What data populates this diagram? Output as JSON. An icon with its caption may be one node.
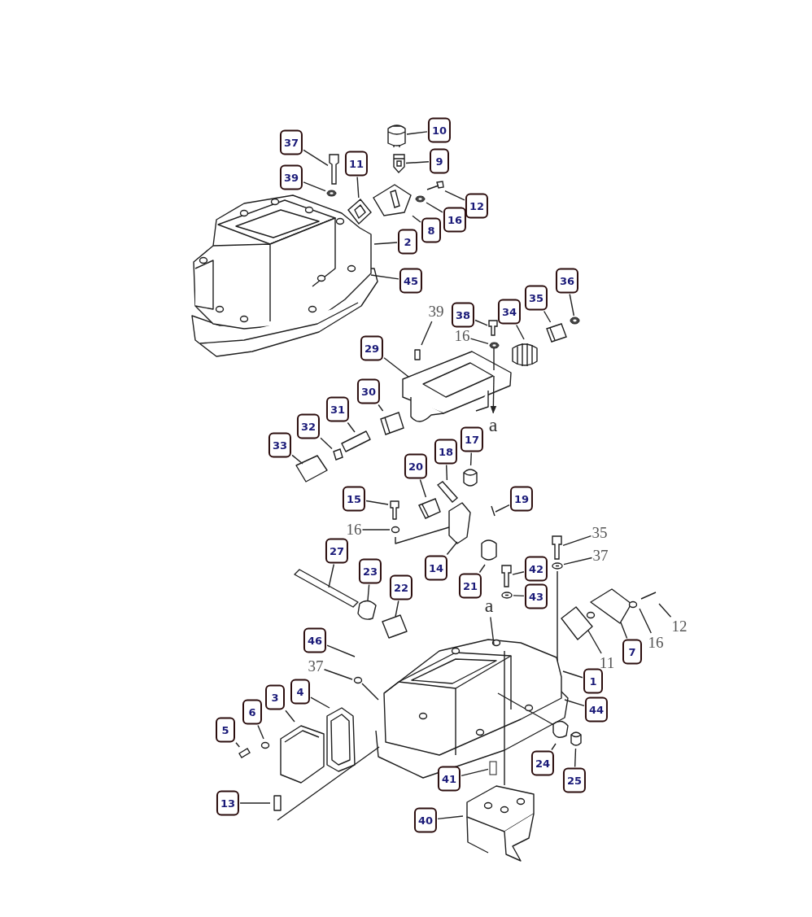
{
  "diagram": {
    "nodes": [
      {
        "text": [
          "10"
        ]
      },
      {
        "text": [
          "37"
        ]
      },
      {
        "text": [
          "9"
        ]
      },
      {
        "text": [
          "11"
        ]
      },
      {
        "text": [
          "39"
        ]
      },
      {
        "text": [
          "12"
        ]
      },
      {
        "text": [
          "16"
        ]
      },
      {
        "text": [
          "8"
        ]
      },
      {
        "text": [
          "2"
        ]
      },
      {
        "text": [
          "45"
        ]
      },
      {
        "text": [
          "36"
        ]
      },
      {
        "text": [
          "35"
        ]
      },
      {
        "text": [
          "39"
        ]
      },
      {
        "text": [
          "38"
        ]
      },
      {
        "text": [
          "34"
        ]
      },
      {
        "text": [
          "16"
        ]
      },
      {
        "text": [
          "29"
        ]
      },
      {
        "text": [
          "30"
        ]
      },
      {
        "text": [
          "a"
        ]
      },
      {
        "text": [
          "31"
        ]
      },
      {
        "text": [
          "32"
        ]
      },
      {
        "text": [
          "17"
        ]
      },
      {
        "text": [
          "33"
        ]
      },
      {
        "text": [
          "18"
        ]
      },
      {
        "text": [
          "20"
        ]
      },
      {
        "text": [
          "15"
        ]
      },
      {
        "text": [
          "19"
        ]
      },
      {
        "text": [
          "16"
        ]
      },
      {
        "text": [
          "35"
        ]
      },
      {
        "text": [
          "27"
        ]
      },
      {
        "text": [
          "37"
        ]
      },
      {
        "text": [
          "14"
        ]
      },
      {
        "text": [
          "42"
        ]
      },
      {
        "text": [
          "23"
        ]
      },
      {
        "text": [
          "21"
        ]
      },
      {
        "text": [
          "22"
        ]
      },
      {
        "text": [
          "43"
        ]
      },
      {
        "text": [
          "a"
        ]
      },
      {
        "text": [
          "12"
        ]
      },
      {
        "text": [
          "46"
        ]
      },
      {
        "text": [
          "16"
        ]
      },
      {
        "text": [
          "7"
        ]
      },
      {
        "text": [
          "11"
        ]
      },
      {
        "text": [
          "37"
        ]
      },
      {
        "text": [
          "1"
        ]
      },
      {
        "text": [
          "4"
        ]
      },
      {
        "text": [
          "3"
        ]
      },
      {
        "text": [
          "44"
        ]
      },
      {
        "text": [
          "6"
        ]
      },
      {
        "text": [
          "5"
        ]
      },
      {
        "text": [
          "24"
        ]
      },
      {
        "text": [
          "41"
        ]
      },
      {
        "text": [
          "25"
        ]
      },
      {
        "text": [
          "13"
        ]
      },
      {
        "text": [
          "40"
        ]
      },
      {
        "text": [],
        "shape": "picture"
      },
      {
        "text": [],
        "shape": "picture"
      },
      {
        "text": [],
        "shape": "picture"
      },
      {
        "text": [],
        "shape": "picture"
      },
      {
        "text": [],
        "shape": "picture"
      },
      {
        "text": [],
        "shape": "picture"
      },
      {
        "text": [],
        "shape": "picture"
      },
      {
        "text": [],
        "shape": "picture"
      },
      {
        "text": [],
        "shape": "picture"
      },
      {
        "text": [],
        "shape": "picture"
      },
      {
        "text": [],
        "shape": "picture"
      },
      {
        "text": [],
        "shape": "picture"
      },
      {
        "text": [],
        "shape": "picture"
      },
      {
        "text": [],
        "shape": "box"
      },
      {
        "text": [],
        "shape": "circle"
      },
      {
        "text": [],
        "shape": "circle"
      },
      {
        "text": [],
        "shape": "circle"
      },
      {
        "text": [],
        "shape": "picture"
      },
      {
        "text": [],
        "shape": "picture"
      },
      {
        "text": [],
        "shape": "picture"
      },
      {
        "text": [],
        "shape": "picture"
      },
      {
        "text": [],
        "shape": "picture"
      },
      {
        "text": [],
        "shape": "picture"
      },
      {
        "text": [],
        "shape": "circle"
      }
    ],
    "edges": [
      {
        "from": 0,
        "to": 75,
        "arrow": "none"
      },
      {
        "from": 1,
        "to": 77,
        "arrow": "none"
      },
      {
        "from": 2,
        "to": 74,
        "arrow": "none"
      },
      {
        "from": 3,
        "to": 76,
        "arrow": "none"
      },
      {
        "from": 4,
        "to": 78,
        "arrow": "none"
      },
      {
        "from": 5,
        "to": 55,
        "arrow": "none"
      },
      {
        "from": 6,
        "to": 69,
        "arrow": "none"
      },
      {
        "from": 7,
        "to": 73,
        "arrow": "none"
      },
      {
        "from": 8,
        "to": null,
        "arrow": "none"
      },
      {
        "from": 9,
        "to": null,
        "arrow": "none"
      },
      {
        "from": 10,
        "to": 70,
        "arrow": "none"
      },
      {
        "from": 11,
        "to": 64,
        "arrow": "none"
      },
      {
        "from": 12,
        "to": null,
        "arrow": "none"
      },
      {
        "from": 13,
        "to": 56,
        "arrow": "none"
      },
      {
        "from": 14,
        "to": null,
        "arrow": "none"
      },
      {
        "from": 15,
        "to": 71,
        "arrow": "none"
      },
      {
        "from": 16,
        "to": null,
        "arrow": "none"
      },
      {
        "from": 17,
        "to": 65,
        "arrow": "none"
      },
      {
        "from": null,
        "to": 18,
        "arrow": "to"
      },
      {
        "from": 19,
        "to": null,
        "arrow": "none"
      },
      {
        "from": 20,
        "to": 66,
        "arrow": "none"
      },
      {
        "from": 21,
        "to": 57,
        "arrow": "none"
      },
      {
        "from": 22,
        "to": null,
        "arrow": "none"
      },
      {
        "from": 23,
        "to": 58,
        "arrow": "none"
      },
      {
        "from": 24,
        "to": 72,
        "arrow": "none"
      },
      {
        "from": 25,
        "to": null,
        "arrow": "none"
      },
      {
        "from": 26,
        "to": null,
        "arrow": "none"
      },
      {
        "from": 27,
        "to": null,
        "arrow": "none"
      },
      {
        "from": 28,
        "to": 59,
        "arrow": "none"
      },
      {
        "from": 29,
        "to": null,
        "arrow": "none"
      },
      {
        "from": 30,
        "to": 60,
        "arrow": "none"
      },
      {
        "from": 31,
        "to": null,
        "arrow": "none"
      },
      {
        "from": 32,
        "to": 61,
        "arrow": "none"
      },
      {
        "from": 33,
        "to": null,
        "arrow": "none"
      },
      {
        "from": 34,
        "to": null,
        "arrow": "none"
      },
      {
        "from": 35,
        "to": null,
        "arrow": "none"
      },
      {
        "from": 36,
        "to": 62,
        "arrow": "none"
      },
      {
        "from": 37,
        "to": null,
        "arrow": "none"
      },
      {
        "from": 38,
        "to": null,
        "arrow": "none"
      },
      {
        "from": 39,
        "to": null,
        "arrow": "none"
      },
      {
        "from": 40,
        "to": null,
        "arrow": "none"
      },
      {
        "from": 41,
        "to": null,
        "arrow": "none"
      },
      {
        "from": 42,
        "to": null,
        "arrow": "none"
      },
      {
        "from": 43,
        "to": null,
        "arrow": "none"
      },
      {
        "from": 44,
        "to": null,
        "arrow": "none"
      },
      {
        "from": 45,
        "to": null,
        "arrow": "none"
      },
      {
        "from": 46,
        "to": null,
        "arrow": "none"
      },
      {
        "from": 47,
        "to": null,
        "arrow": "none"
      },
      {
        "from": 48,
        "to": null,
        "arrow": "none"
      },
      {
        "from": 49,
        "to": 67,
        "arrow": "none"
      },
      {
        "from": 50,
        "to": null,
        "arrow": "none"
      },
      {
        "from": 51,
        "to": 68,
        "arrow": "none"
      },
      {
        "from": 52,
        "to": 63,
        "arrow": "none"
      },
      {
        "from": 53,
        "to": null,
        "arrow": "none"
      },
      {
        "from": 54,
        "to": null,
        "arrow": "none"
      }
    ]
  }
}
